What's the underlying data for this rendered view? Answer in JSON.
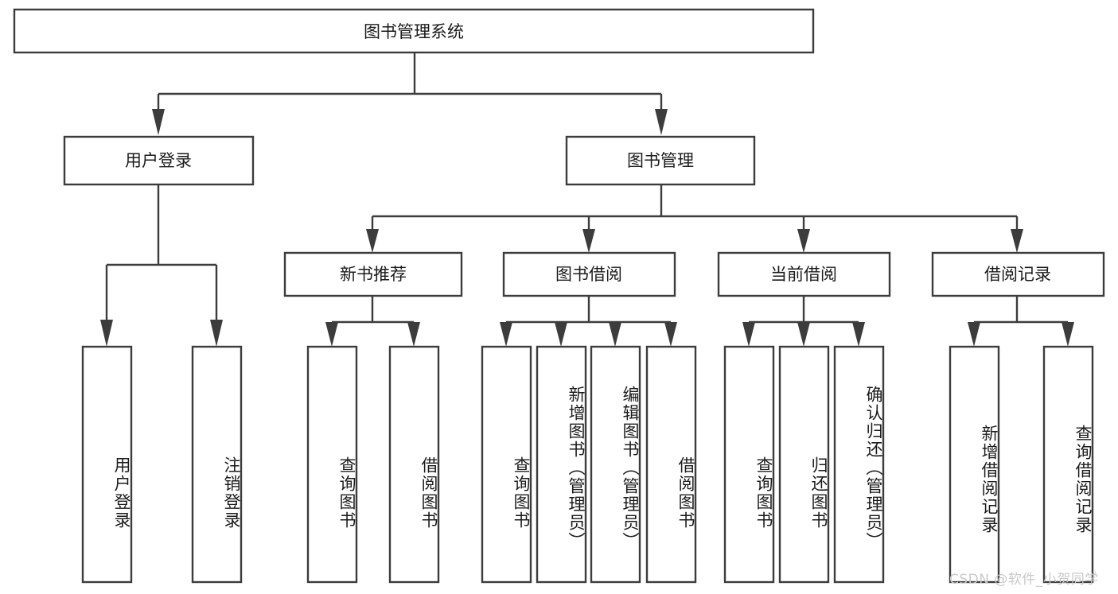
{
  "diagram": {
    "type": "tree-hierarchy-chart",
    "title": "图书管理系统",
    "orientation": "top-down",
    "colors": {
      "box_stroke": "#3c3c3c",
      "box_fill": "#ffffff",
      "connector": "#3c3c3c",
      "text": "#1b1b1b",
      "watermark": "#c9c9c9",
      "background": "#ffffff"
    },
    "root": {
      "id": "root",
      "label": "图书管理系统",
      "orientation": "horizontal"
    },
    "level1": [
      {
        "id": "user-login",
        "label": "用户登录",
        "orientation": "horizontal"
      },
      {
        "id": "book-management",
        "label": "图书管理",
        "orientation": "horizontal"
      }
    ],
    "level2": [
      {
        "id": "new-book-recommend",
        "label": "新书推荐",
        "parent": "book-management",
        "orientation": "horizontal"
      },
      {
        "id": "book-borrow",
        "label": "图书借阅",
        "parent": "book-management",
        "orientation": "horizontal"
      },
      {
        "id": "current-borrow",
        "label": "当前借阅",
        "parent": "book-management",
        "orientation": "horizontal"
      },
      {
        "id": "borrow-record",
        "label": "借阅记录",
        "parent": "book-management",
        "orientation": "horizontal"
      }
    ],
    "leaves": [
      {
        "id": "leaf-user-login",
        "label": "用户登录",
        "parent": "user-login",
        "orientation": "vertical"
      },
      {
        "id": "leaf-logout-login",
        "label": "注销登录",
        "parent": "user-login",
        "orientation": "vertical"
      },
      {
        "id": "leaf-query-book-1",
        "label": "查询图书",
        "parent": "new-book-recommend",
        "orientation": "vertical"
      },
      {
        "id": "leaf-borrow-book-1",
        "label": "借阅图书",
        "parent": "new-book-recommend",
        "orientation": "vertical"
      },
      {
        "id": "leaf-query-book-2",
        "label": "查询图书",
        "parent": "book-borrow",
        "orientation": "vertical"
      },
      {
        "id": "leaf-add-book",
        "label": "新增图书（管理员）",
        "parent": "book-borrow",
        "orientation": "vertical"
      },
      {
        "id": "leaf-edit-book",
        "label": "编辑图书（管理员）",
        "parent": "book-borrow",
        "orientation": "vertical"
      },
      {
        "id": "leaf-borrow-book-2",
        "label": "借阅图书",
        "parent": "book-borrow",
        "orientation": "vertical"
      },
      {
        "id": "leaf-query-book-3",
        "label": "查询图书",
        "parent": "current-borrow",
        "orientation": "vertical"
      },
      {
        "id": "leaf-return-book",
        "label": "归还图书",
        "parent": "current-borrow",
        "orientation": "vertical"
      },
      {
        "id": "leaf-confirm-return",
        "label": "确认归还（管理员）",
        "parent": "current-borrow",
        "orientation": "vertical"
      },
      {
        "id": "leaf-add-borrow-record",
        "label": "新增借阅记录",
        "parent": "borrow-record",
        "orientation": "vertical"
      },
      {
        "id": "leaf-query-borrow-record",
        "label": "查询借阅记录",
        "parent": "borrow-record",
        "orientation": "vertical"
      }
    ],
    "watermark": "CSDN @软件_小贺同学"
  }
}
